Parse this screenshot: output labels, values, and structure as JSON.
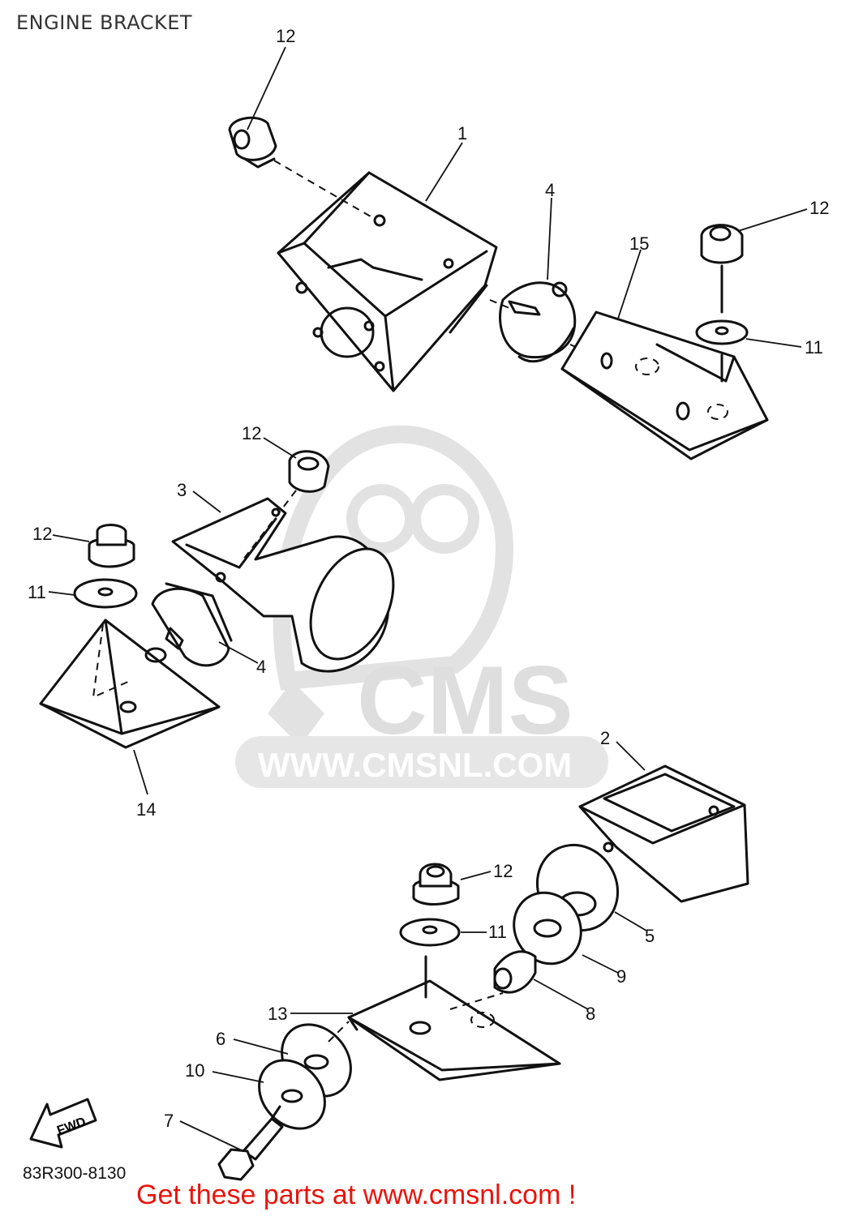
{
  "title": "ENGINE BRACKET",
  "callouts": [
    "1",
    "2",
    "3",
    "4",
    "4",
    "5",
    "6",
    "7",
    "8",
    "9",
    "10",
    "11",
    "11",
    "11",
    "12",
    "12",
    "12",
    "12",
    "12",
    "13",
    "14",
    "15"
  ],
  "watermark": {
    "brand": "CMS",
    "url": "WWW.CMSNL.COM"
  },
  "fwd_label": "FWD",
  "diagram_code": "83R300-8130",
  "footer_link": "Get these parts at www.cmsnl.com !",
  "colors": {
    "ink": "#111111",
    "watermark": "#dcdcdc",
    "footer_link": "#e8140c"
  }
}
